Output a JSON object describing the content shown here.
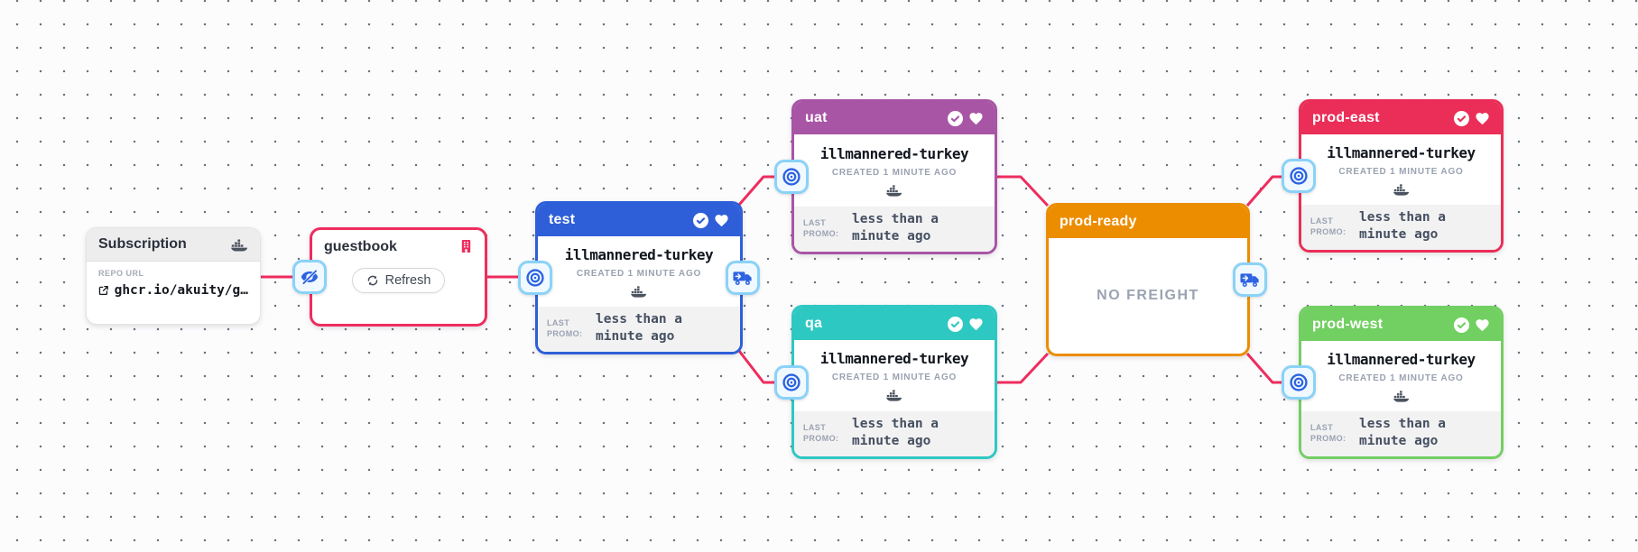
{
  "canvas": {
    "edge_color": "#ee2d5e",
    "port_bg": "#f0f9ff",
    "port_border": "#8ad2f8",
    "port_icon_color": "#2d63e1",
    "icons": [
      "docker-icon",
      "external-link-icon",
      "warehouse-building-icon",
      "refresh-icon",
      "eye-invisible-icon",
      "target-icon",
      "truck-arrow-right-icon",
      "verified-check-icon",
      "favorite-heart-icon"
    ]
  },
  "subscription_node": {
    "title": "Subscription",
    "repo_url_label": "REPO URL",
    "repo_url": "ghcr.io/akuity/g…"
  },
  "warehouse_node": {
    "name": "guestbook",
    "refresh_label": "Refresh",
    "border_color": "#ee2d5e"
  },
  "stages": [
    {
      "name": "test",
      "color": "#2e5fd8",
      "freight_name": "illmannered-turkey",
      "created": "CREATED 1 MINUTE AGO",
      "last_promo_label": "LAST PROMO:",
      "last_promo_value": "less than a minute ago"
    },
    {
      "name": "uat",
      "color": "#a855a6",
      "freight_name": "illmannered-turkey",
      "created": "CREATED 1 MINUTE AGO",
      "last_promo_label": "LAST PROMO:",
      "last_promo_value": "less than a minute ago"
    },
    {
      "name": "qa",
      "color": "#2ec8c2",
      "freight_name": "illmannered-turkey",
      "created": "CREATED 1 MINUTE AGO",
      "last_promo_label": "LAST PROMO:",
      "last_promo_value": "less than a minute ago"
    },
    {
      "name": "prod-ready",
      "color": "#ec8d00",
      "empty_text": "NO FREIGHT"
    },
    {
      "name": "prod-east",
      "color": "#ea2e57",
      "freight_name": "illmannered-turkey",
      "created": "CREATED 1 MINUTE AGO",
      "last_promo_label": "LAST PROMO:",
      "last_promo_value": "less than a minute ago"
    },
    {
      "name": "prod-west",
      "color": "#72cf62",
      "freight_name": "illmannered-turkey",
      "created": "CREATED 1 MINUTE AGO",
      "last_promo_label": "LAST PROMO:",
      "last_promo_value": "less than a minute ago"
    }
  ]
}
